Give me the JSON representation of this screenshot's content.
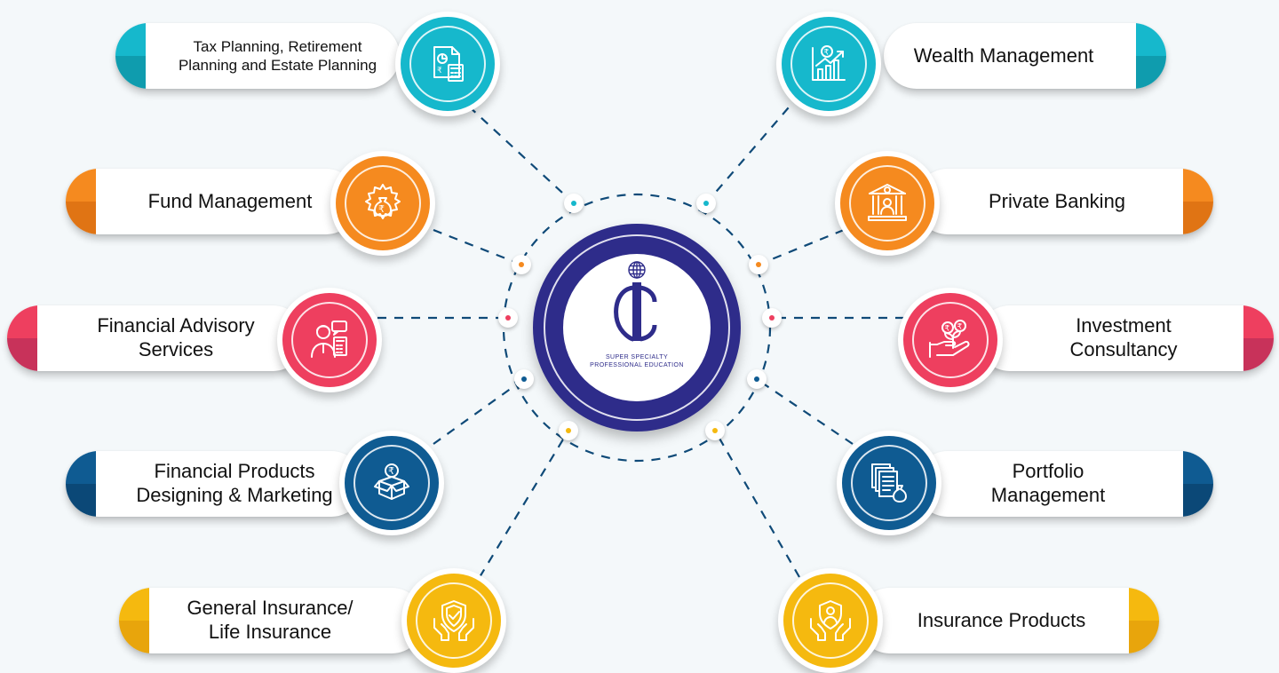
{
  "hub": {
    "logo_icon": "globe-ic-logo-icon",
    "caption": "SUPER SPECIALTY\nPROFESSIONAL EDUCATION",
    "color": "#2e2c8a"
  },
  "services": [
    {
      "id": "tax-planning",
      "label": "Tax Planning, Retirement\nPlanning and Estate Planning",
      "icon": "tax-document-calculator-icon",
      "color": "#16b8cc",
      "dark": "#0f9cae"
    },
    {
      "id": "wealth-management",
      "label": "Wealth Management",
      "icon": "growth-chart-icon",
      "color": "#16b8cc",
      "dark": "#0f9cae"
    },
    {
      "id": "fund-management",
      "label": "Fund Management",
      "icon": "gear-money-bag-icon",
      "color": "#f58a1f",
      "dark": "#e07414"
    },
    {
      "id": "private-banking",
      "label": "Private Banking",
      "icon": "bank-banker-icon",
      "color": "#f58a1f",
      "dark": "#e07414"
    },
    {
      "id": "financial-advisory",
      "label": "Financial Advisory\nServices",
      "icon": "advisor-calculator-icon",
      "color": "#ee3f5f",
      "dark": "#c8325a"
    },
    {
      "id": "investment-consultancy",
      "label": "Investment\nConsultancy",
      "icon": "hand-coins-plant-icon",
      "color": "#ee3f5f",
      "dark": "#c8325a"
    },
    {
      "id": "financial-products",
      "label": "Financial Products\nDesigning & Marketing",
      "icon": "open-box-coin-icon",
      "color": "#0f5b92",
      "dark": "#0b4877"
    },
    {
      "id": "portfolio-management",
      "label": "Portfolio\nManagement",
      "icon": "documents-money-bag-icon",
      "color": "#0f5b92",
      "dark": "#0b4877"
    },
    {
      "id": "general-insurance",
      "label": "General Insurance/\nLife Insurance",
      "icon": "shield-hands-icon",
      "color": "#f5b90f",
      "dark": "#e8a50c"
    },
    {
      "id": "insurance-products",
      "label": "Insurance Products",
      "icon": "hands-protecting-person-icon",
      "color": "#f5b90f",
      "dark": "#e8a50c"
    }
  ]
}
